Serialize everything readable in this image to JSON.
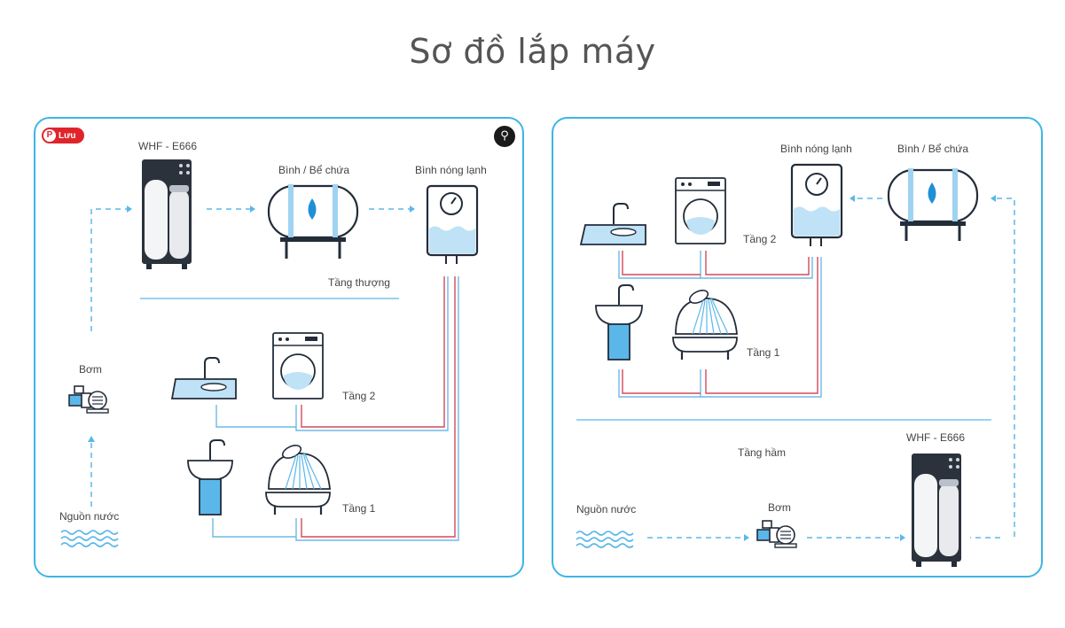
{
  "page_title": "Sơ đồ lắp máy",
  "badge": {
    "label": "Lưu"
  },
  "left": {
    "device": "WHF - E666",
    "tank": "Bình / Bể chứa",
    "heater": "Bình nóng lạnh",
    "top_floor": "Tầng thượng",
    "floor2": "Tầng 2",
    "floor1": "Tầng 1",
    "pump": "Bơm",
    "source": "Nguồn nước"
  },
  "right": {
    "heater": "Bình nóng lạnh",
    "tank": "Bình / Bể chứa",
    "floor2": "Tầng 2",
    "floor1": "Tầng 1",
    "basement": "Tầng hầm",
    "device": "WHF - E666",
    "source": "Nguồn nước",
    "pump": "Bơm"
  },
  "colors": {
    "border": "#3db5e6",
    "water": "#5bb7ea",
    "hot_pipe": "#d24a5a",
    "cold_pipe": "#6fb8e6",
    "dark": "#232d3a"
  }
}
